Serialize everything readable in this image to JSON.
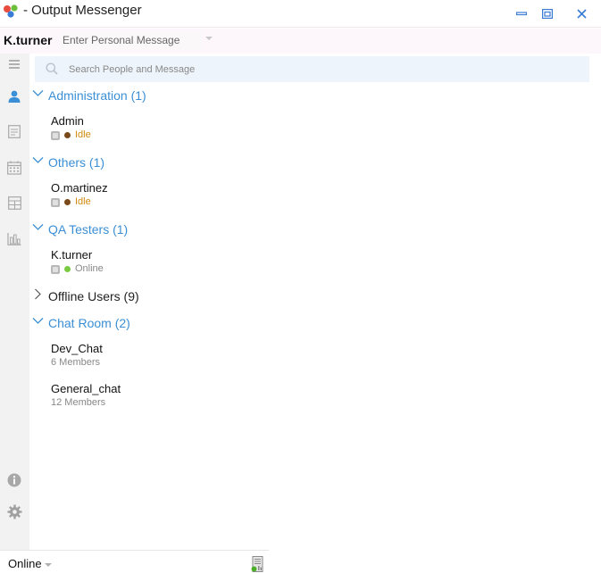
{
  "window": {
    "title": "- Output Messenger",
    "icons": {
      "logo": "output-messenger-logo",
      "minimize": "minimize-icon",
      "maximize": "restore-icon",
      "close": "close-icon"
    }
  },
  "header": {
    "username": "K.turner",
    "personal_message_placeholder": "Enter Personal Message",
    "personal_message_value": ""
  },
  "rail": {
    "items": [
      {
        "icon": "menu-icon"
      },
      {
        "icon": "contacts-icon",
        "active": true
      },
      {
        "icon": "notes-icon"
      },
      {
        "icon": "calendar-icon"
      },
      {
        "icon": "board-icon"
      },
      {
        "icon": "reports-icon"
      }
    ],
    "bottom_items": [
      {
        "icon": "info-icon"
      },
      {
        "icon": "settings-icon"
      }
    ]
  },
  "search": {
    "placeholder": "Search People and Message",
    "value": ""
  },
  "groups": [
    {
      "label": "Administration (1)",
      "expanded": true,
      "contacts": [
        {
          "name": "Admin",
          "status": "Idle"
        }
      ]
    },
    {
      "label": "Others (1)",
      "expanded": true,
      "contacts": [
        {
          "name": "O.martinez",
          "status": "Idle"
        }
      ]
    },
    {
      "label": "QA Testers (1)",
      "expanded": true,
      "contacts": [
        {
          "name": "K.turner",
          "status": "Online"
        }
      ]
    },
    {
      "label": "Offline Users (9)",
      "expanded": false,
      "contacts": []
    },
    {
      "label": "Chat Room (2)",
      "expanded": true,
      "rooms": [
        {
          "name": "Dev_Chat",
          "members": "6 Members"
        },
        {
          "name": "General_chat",
          "members": "12 Members"
        }
      ]
    }
  ],
  "colors": {
    "accent": "#3a8fd6",
    "idle_dot": "#7a4a1a",
    "idle_text": "#d08a10",
    "online_dot": "#7ac943",
    "online_text": "#888888"
  },
  "footer": {
    "status": "Online",
    "server_icon": "server-status-icon"
  }
}
